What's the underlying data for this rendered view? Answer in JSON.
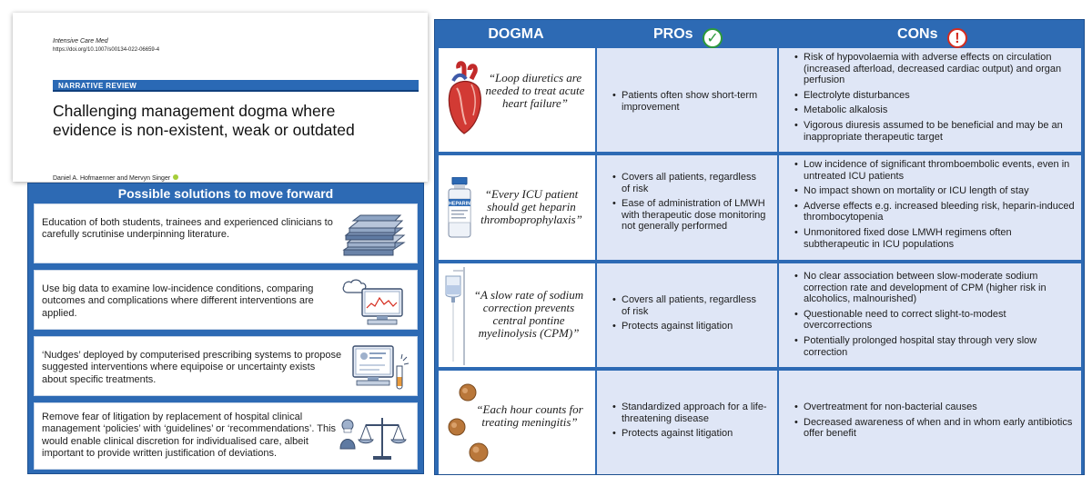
{
  "paper": {
    "journal": "Intensive Care Med",
    "doi": "https://doi.org/10.1007/s00134-022-06659-4",
    "label": "NARRATIVE REVIEW",
    "title": "Challenging management dogma where evidence is non-existent, weak or outdated",
    "authors": "Daniel A. Hofmaenner and Mervyn Singer"
  },
  "solutions": {
    "header": "Possible solutions to move forward",
    "items": [
      {
        "text": "Education of both students, trainees and experienced clinicians to carefully scrutinise underpinning literature.",
        "icon": "books-icon"
      },
      {
        "text": "Use big data to examine low-incidence conditions, comparing outcomes and complications where different interventions are applied.",
        "icon": "computer-cloud-icon"
      },
      {
        "text": "‘Nudges’ deployed by computerised prescribing systems to propose suggested interventions where equipoise or uncertainty exists about specific treatments.",
        "icon": "prescribing-computer-icon"
      },
      {
        "text": "Remove fear of litigation by replacement of hospital clinical management ‘policies’ with ‘guidelines’ or ‘recommendations’. This would enable clinical discretion for individualised care, albeit important to provide written justification of deviations.",
        "icon": "scales-of-justice-icon"
      }
    ]
  },
  "table": {
    "headers": {
      "dogma": "DOGMA",
      "pros": "PROs",
      "cons": "CONs"
    },
    "rows": [
      {
        "dogma": "“Loop diuretics are needed to treat acute heart failure”",
        "icon": "heart-icon",
        "pros": [
          "Patients often show short-term improvement"
        ],
        "cons": [
          "Risk of hypovolaemia with adverse effects on circulation (increased afterload, decreased cardiac output) and organ perfusion",
          "Electrolyte disturbances",
          "Metabolic alkalosis",
          "Vigorous diuresis assumed to be beneficial and may be an inappropriate therapeutic target"
        ]
      },
      {
        "dogma": "“Every ICU patient should get heparin thromboprophylaxis”",
        "icon": "heparin-vial-icon",
        "vial_label": "HEPARIN",
        "pros": [
          "Covers all patients, regardless of risk",
          "Ease of administration of LMWH with therapeutic dose monitoring not generally performed"
        ],
        "cons": [
          "Low incidence of significant thromboembolic events, even in untreated ICU patients",
          "No impact shown on mortality or ICU length of stay",
          "Adverse effects e.g. increased bleeding risk, heparin-induced thrombocytopenia",
          "Unmonitored fixed dose LMWH regimens often subtherapeutic in ICU populations"
        ]
      },
      {
        "dogma": "“A slow rate of sodium correction prevents central pontine myelinolysis (CPM)”",
        "icon": "iv-drip-icon",
        "pros": [
          "Covers all patients, regardless of risk",
          "Protects against litigation"
        ],
        "cons": [
          "No clear association between slow-moderate sodium correction rate and development of CPM (higher risk in alcoholics, malnourished)",
          "Questionable need to correct slight-to-modest overcorrections",
          "Potentially prolonged hospital stay through very slow correction"
        ]
      },
      {
        "dogma": "“Each hour counts for treating meningitis”",
        "icon": "bacteria-icon",
        "pros": [
          "Standardized approach for a life-threatening disease",
          "Protects against litigation"
        ],
        "cons": [
          "Overtreatment for non-bacterial causes",
          "Decreased awareness of when and in whom early antibiotics offer benefit"
        ]
      }
    ]
  },
  "colors": {
    "panel_blue": "#2d6ab4",
    "cell_lavender": "#dfe6f6",
    "check_green": "#2c9a3a",
    "warn_red": "#d52b1e"
  }
}
